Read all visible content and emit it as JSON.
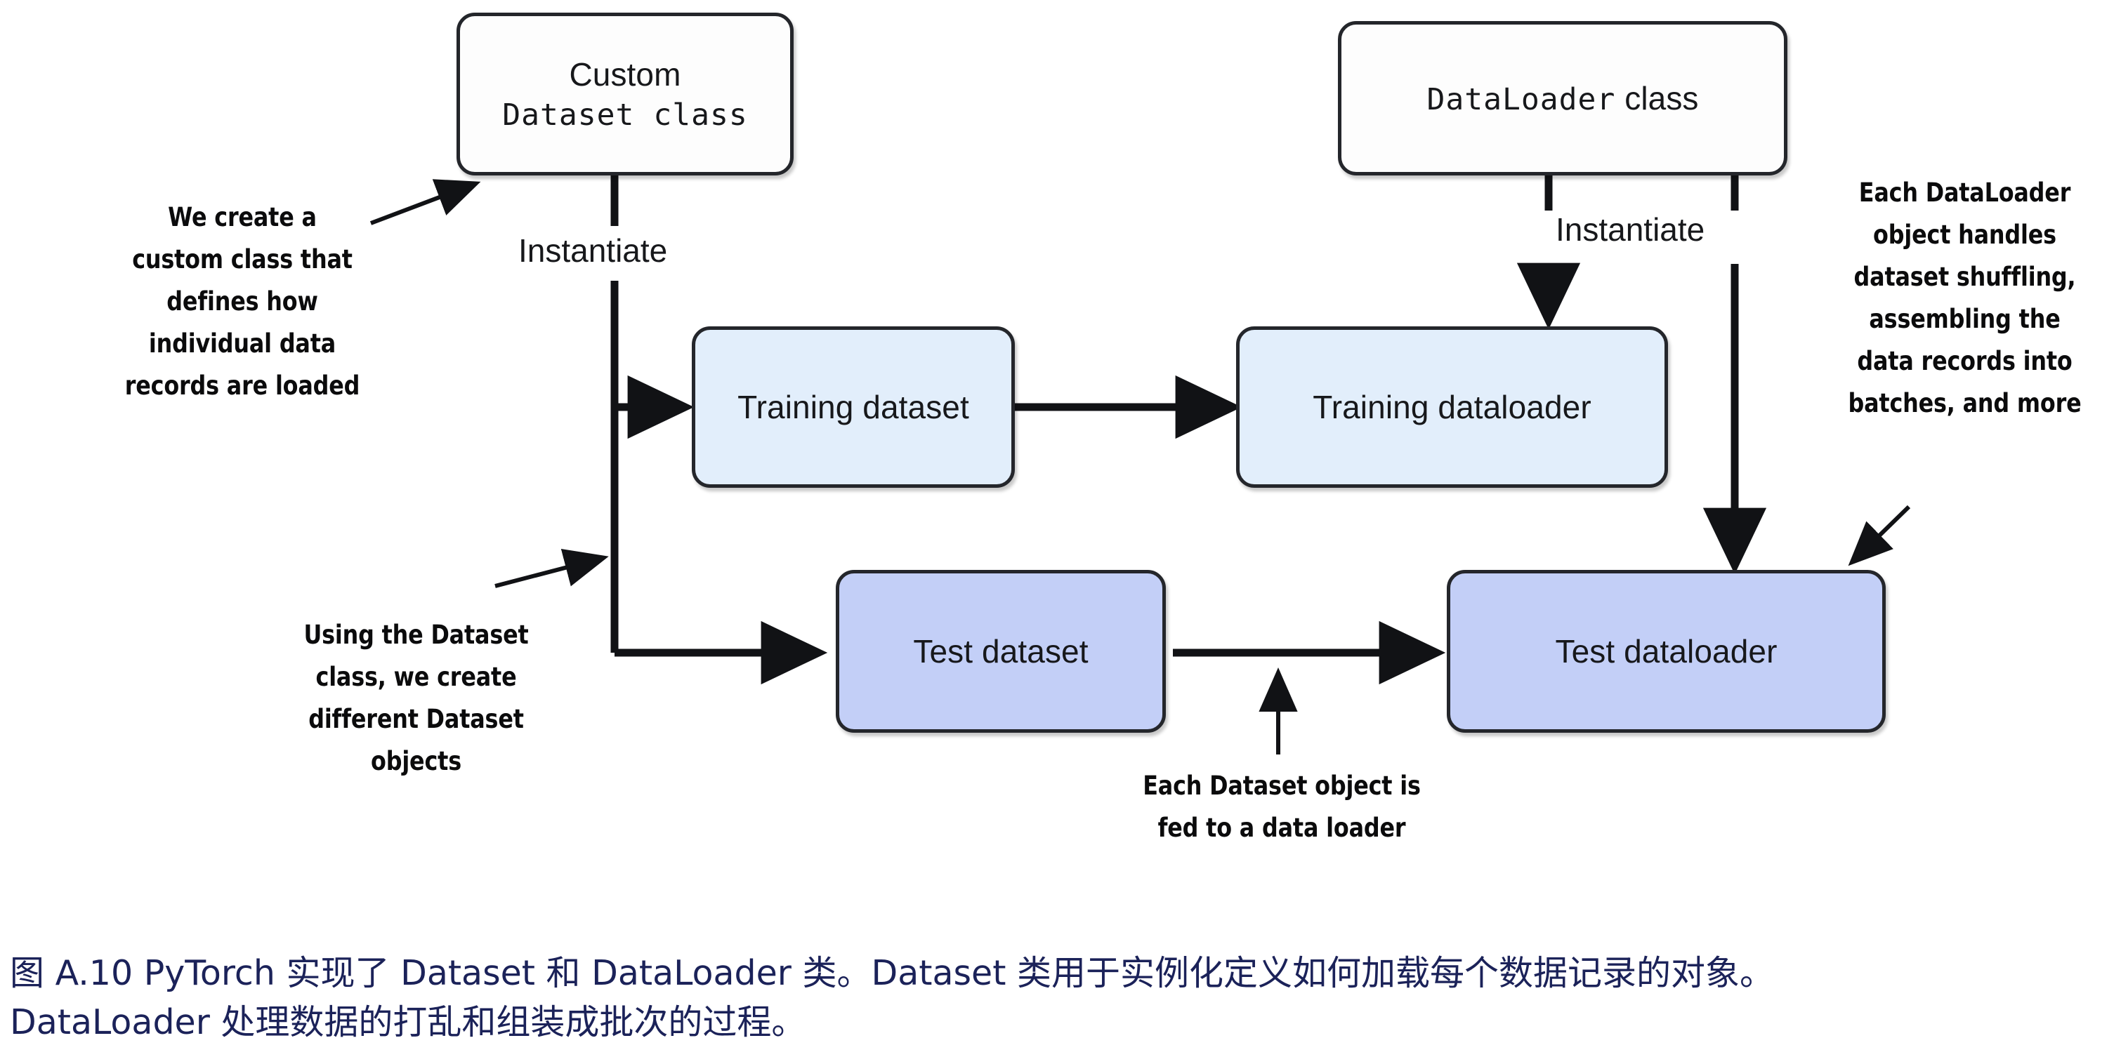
{
  "figure": {
    "nodes": [
      {
        "id": "custom-dataset-class",
        "line1": "Custom",
        "line2": "Dataset class",
        "fill": "white"
      },
      {
        "id": "dataloader-class",
        "line1": "DataLoader",
        "line2": "class",
        "fill": "white"
      },
      {
        "id": "training-dataset",
        "label": "Training dataset",
        "fill": "lightblue"
      },
      {
        "id": "training-dataloader",
        "label": "Training dataloader",
        "fill": "lightblue"
      },
      {
        "id": "test-dataset",
        "label": "Test dataset",
        "fill": "midblue"
      },
      {
        "id": "test-dataloader",
        "label": "Test dataloader",
        "fill": "midblue"
      }
    ],
    "edge_labels": {
      "instantiate_left": "Instantiate",
      "instantiate_right": "Instantiate"
    },
    "annotations": {
      "we_create": [
        "We create a",
        "custom class that",
        "defines how",
        "individual data",
        "records are loaded"
      ],
      "using_dataset": [
        "Using the Dataset",
        "class, we create",
        "different Dataset",
        "objects"
      ],
      "each_dataloader": [
        "Each DataLoader",
        "object handles",
        "dataset shuffling,",
        "assembling the",
        "data records into",
        "batches, and more"
      ],
      "each_dataset_object": [
        "Each Dataset object is",
        "fed to a data loader"
      ]
    },
    "colors": {
      "stroke": "#24262b",
      "light_blue_fill": "#e2eefb",
      "mid_blue_fill": "#c3cff7",
      "white_fill": "#fdfdfd",
      "caption_text": "#1b2259"
    }
  },
  "caption": {
    "line1": "图 A.10 PyTorch 实现了 Dataset 和 DataLoader 类。Dataset 类用于实例化定义如何加载每个数据记录的对象。",
    "line2": "DataLoader 处理数据的打乱和组装成批次的过程。"
  }
}
